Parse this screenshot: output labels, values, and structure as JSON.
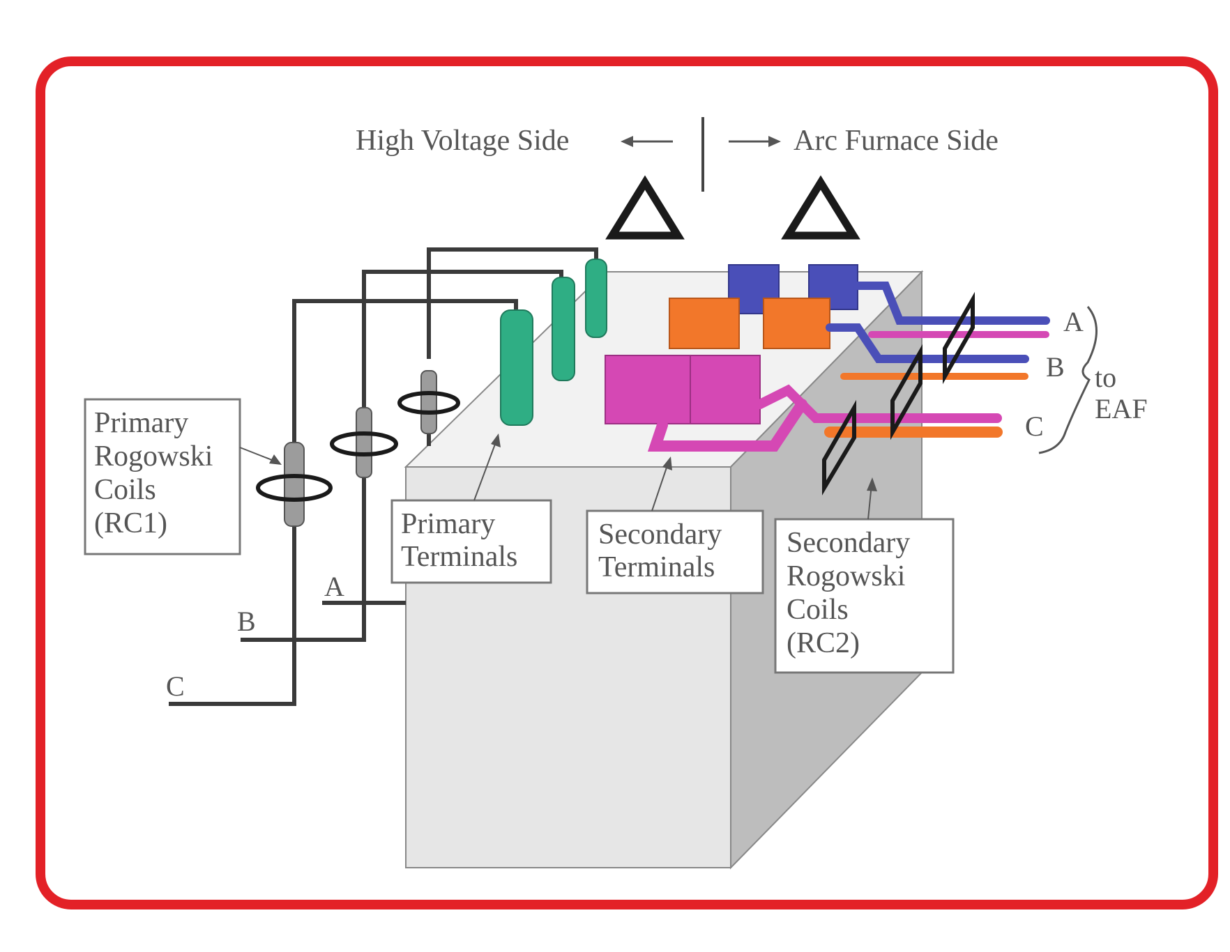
{
  "header": {
    "left": "High Voltage Side",
    "right": "Arc Furnace Side"
  },
  "symbols": {
    "primary_winding": "Δ",
    "secondary_winding": "Δ"
  },
  "labels": {
    "primary_coils": [
      "Primary",
      "Rogowski",
      "Coils",
      "(RC1)"
    ],
    "primary_terminals": [
      "Primary",
      "Terminals"
    ],
    "secondary_terminals": [
      "Secondary",
      "Terminals"
    ],
    "secondary_coils": [
      "Secondary",
      "Rogowski",
      "Coils",
      "(RC2)"
    ]
  },
  "input_phases": [
    "A",
    "B",
    "C"
  ],
  "output_phases": [
    "A",
    "B",
    "C"
  ],
  "output_destination": [
    "to",
    "EAF"
  ],
  "colors": {
    "frame_border": "#e32127",
    "primary_terminal": "#2fae84",
    "secondary_pink": "#d548b4",
    "secondary_orange": "#f2772a",
    "secondary_blue": "#4a4fb8",
    "transformer_front": "#e6e6e6",
    "transformer_side": "#bdbdbd"
  }
}
